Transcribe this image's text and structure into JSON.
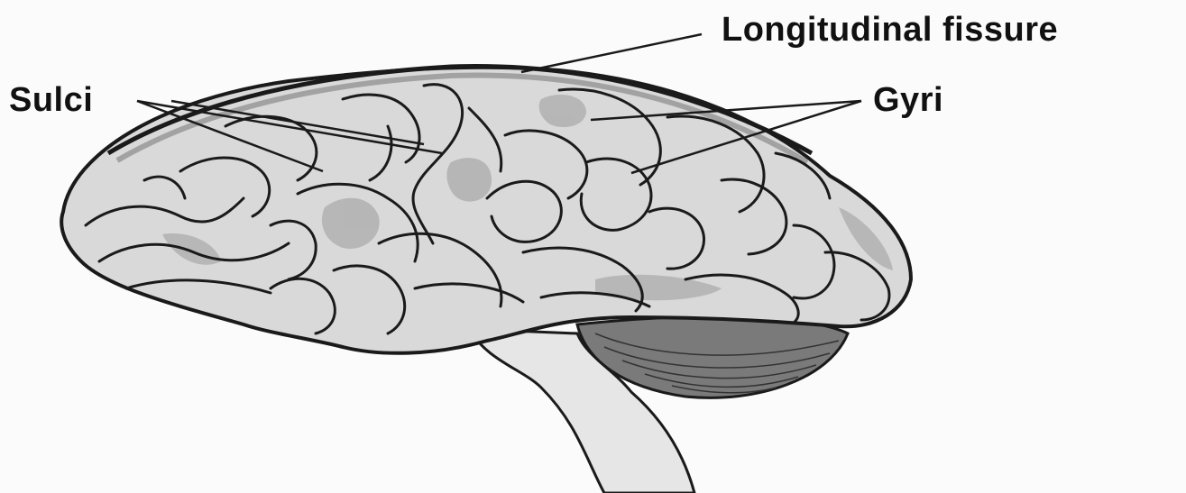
{
  "labels": {
    "longitudinal_fissure": "Longitudinal fissure",
    "sulci": "Sulci",
    "gyri": "Gyri"
  },
  "colors": {
    "cortex_fill": "#d9d9d9",
    "shadow": "#9a9a9a",
    "outline": "#1a1a1a",
    "brainstem_fill": "#e6e6e6",
    "cerebellum_fill": "#7a7a7a",
    "background": "#fbfbfb"
  }
}
